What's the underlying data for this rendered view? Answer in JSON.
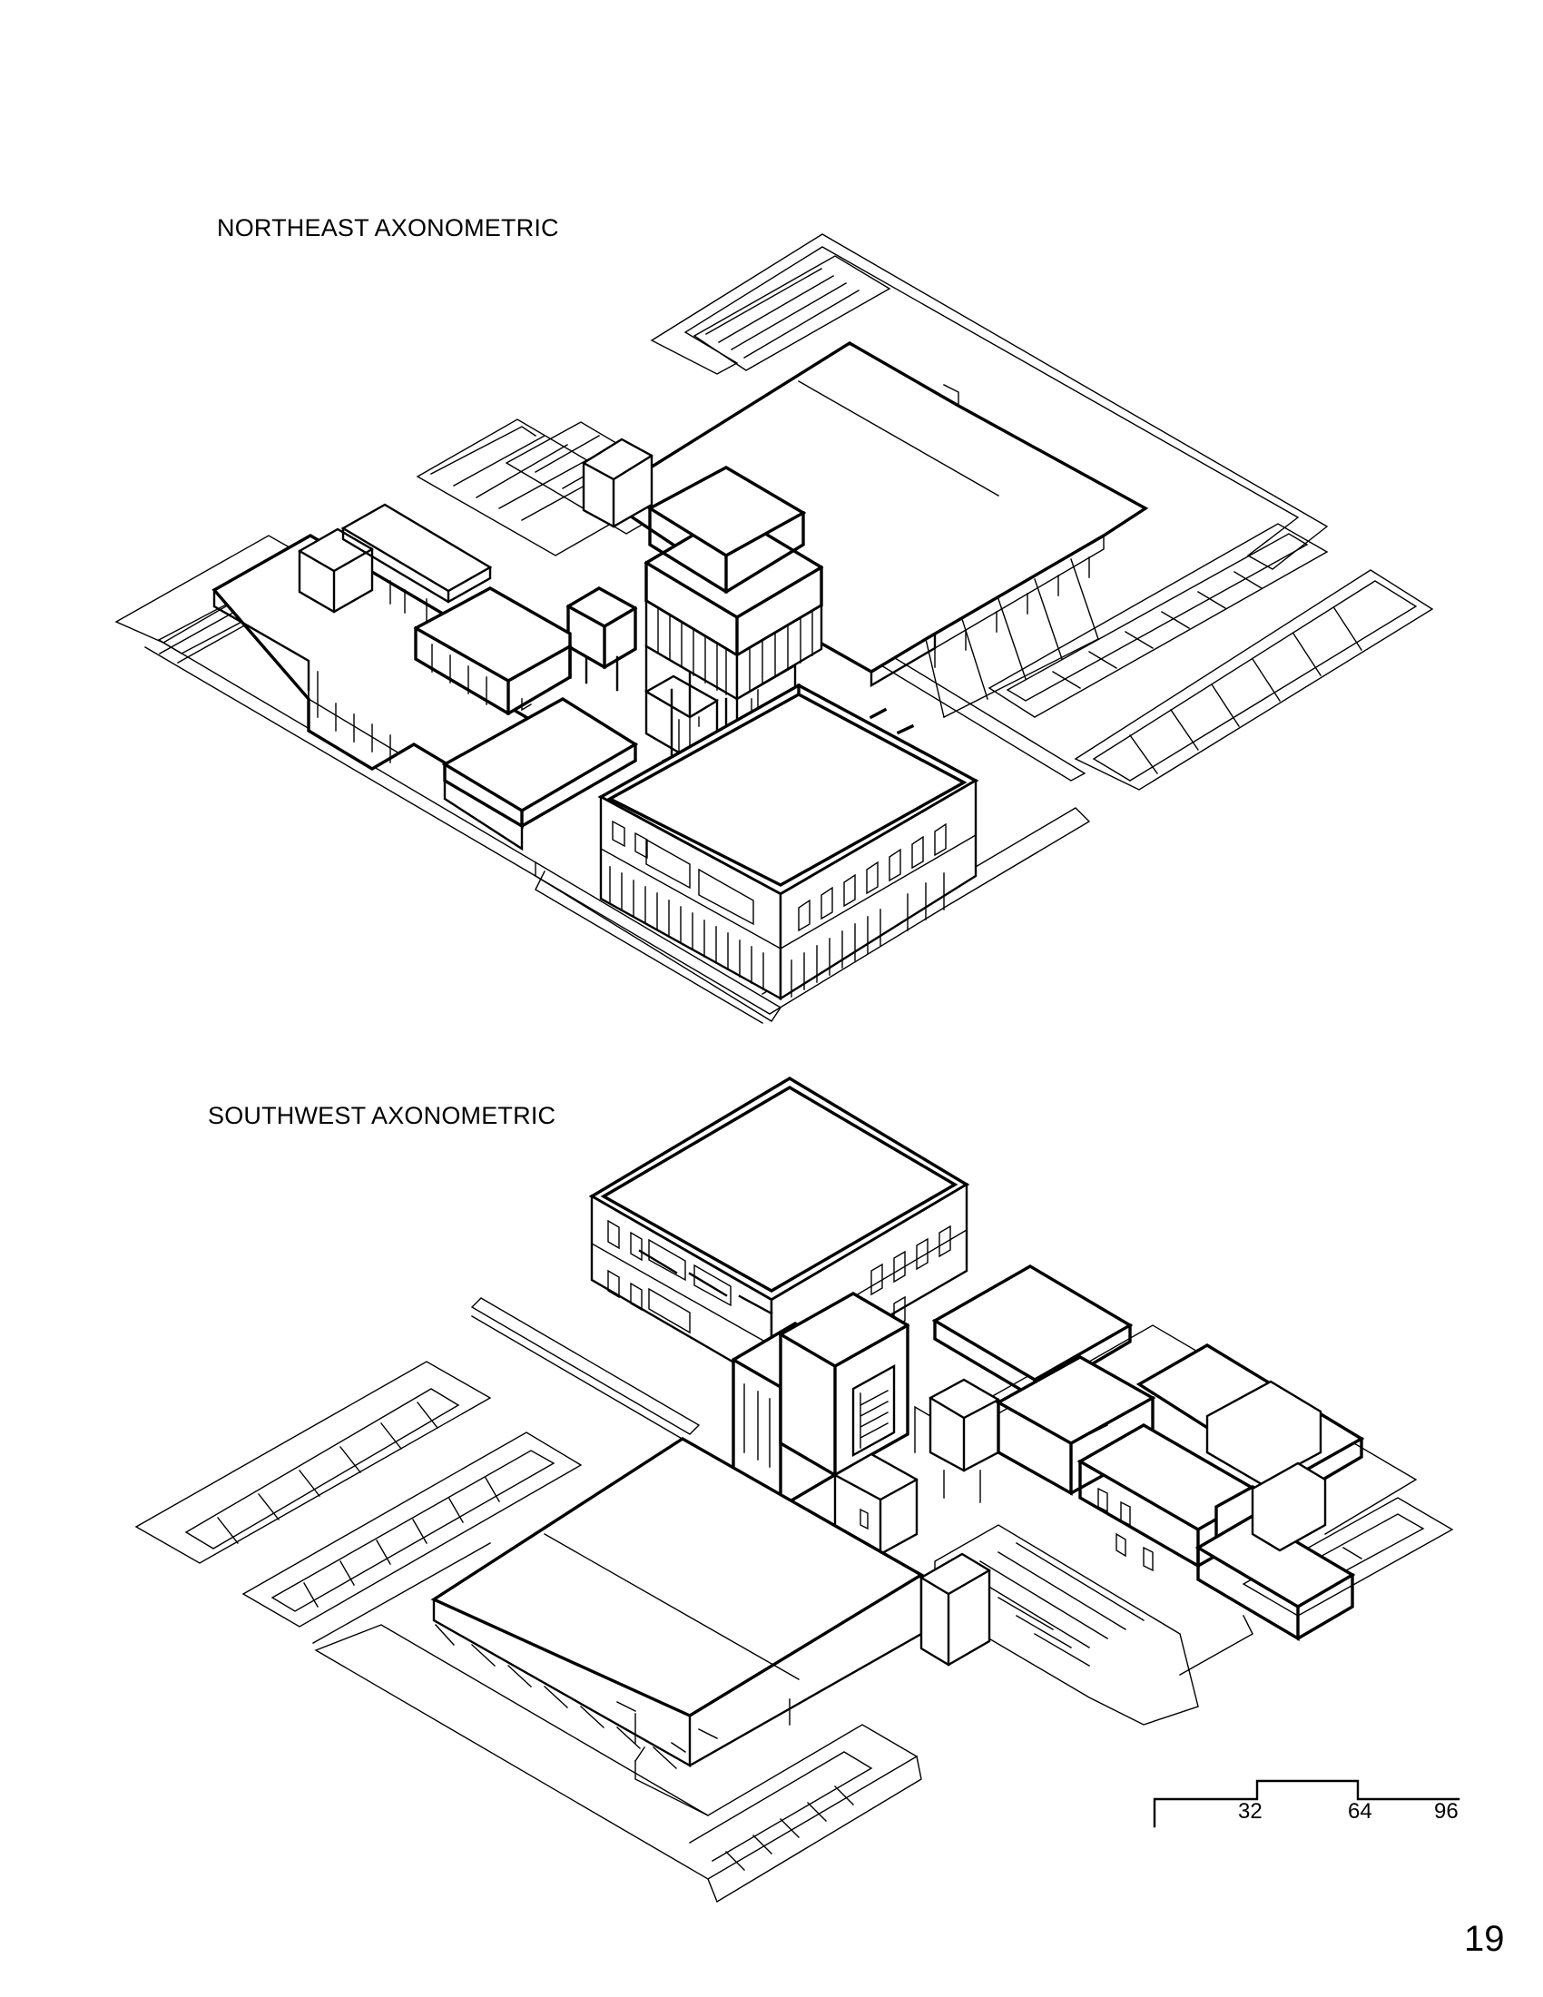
{
  "northeast_view": {
    "title": "NORTHEAST AXONOMETRIC"
  },
  "southwest_view": {
    "title": "SOUTHWEST AXONOMETRIC"
  },
  "scale_bar": {
    "labels": [
      "32",
      "64",
      "96"
    ]
  },
  "page": {
    "number": "19"
  }
}
